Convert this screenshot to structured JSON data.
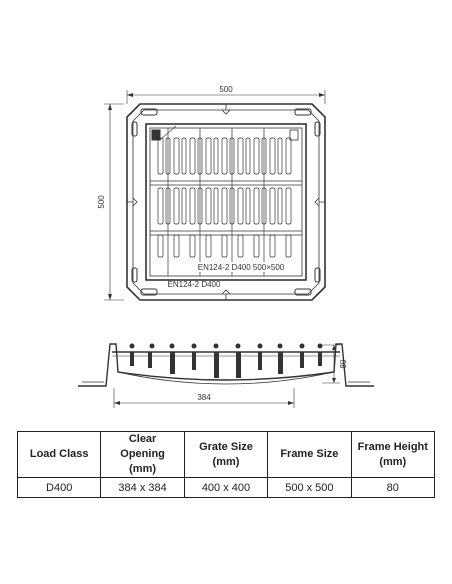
{
  "plan_view": {
    "width_label": "500",
    "height_label": "500",
    "marking_main": "EN124-2  D400  500×500",
    "marking_small": "EN124-2 D400"
  },
  "section_view": {
    "opening_label": "384",
    "height_label": "80"
  },
  "spec_table": {
    "headers": [
      {
        "line1": "Load Class",
        "line2": ""
      },
      {
        "line1": "Clear Opening",
        "line2": "(mm)"
      },
      {
        "line1": "Grate Size",
        "line2": "(mm)"
      },
      {
        "line1": "Frame Size",
        "line2": ""
      },
      {
        "line1": "Frame Height",
        "line2": "(mm)"
      }
    ],
    "row": [
      "D400",
      "384 x 384",
      "400 x 400",
      "500 x 500",
      "80"
    ]
  }
}
